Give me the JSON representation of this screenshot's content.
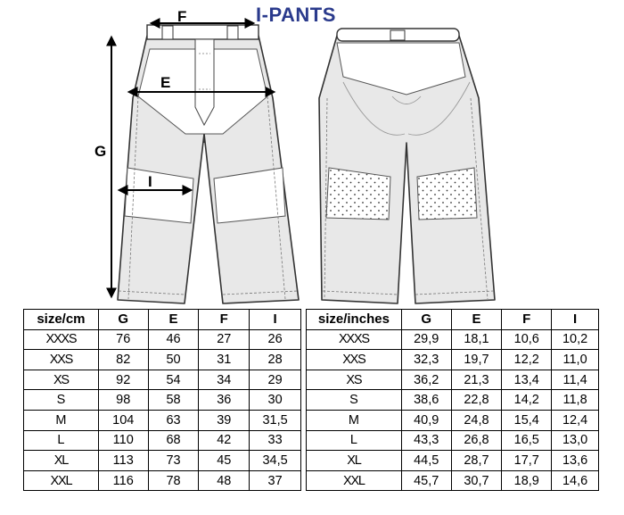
{
  "title": "I-PANTS",
  "labels": {
    "f": "F",
    "e": "E",
    "g": "G",
    "i": "I"
  },
  "colors": {
    "title": "#2a3a8c",
    "garment_fill": "#e8e8e8",
    "outline": "#333333"
  },
  "cm_table": {
    "headers": [
      "size/cm",
      "G",
      "E",
      "F",
      "I"
    ],
    "rows": [
      [
        "XXXS",
        "76",
        "46",
        "27",
        "26"
      ],
      [
        "XXS",
        "82",
        "50",
        "31",
        "28"
      ],
      [
        "XS",
        "92",
        "54",
        "34",
        "29"
      ],
      [
        "S",
        "98",
        "58",
        "36",
        "30"
      ],
      [
        "M",
        "104",
        "63",
        "39",
        "31,5"
      ],
      [
        "L",
        "110",
        "68",
        "42",
        "33"
      ],
      [
        "XL",
        "113",
        "73",
        "45",
        "34,5"
      ],
      [
        "XXL",
        "116",
        "78",
        "48",
        "37"
      ]
    ]
  },
  "inch_table": {
    "headers": [
      "size/inches",
      "G",
      "E",
      "F",
      "I"
    ],
    "rows": [
      [
        "XXXS",
        "29,9",
        "18,1",
        "10,6",
        "10,2"
      ],
      [
        "XXS",
        "32,3",
        "19,7",
        "12,2",
        "11,0"
      ],
      [
        "XS",
        "36,2",
        "21,3",
        "13,4",
        "11,4"
      ],
      [
        "S",
        "38,6",
        "22,8",
        "14,2",
        "11,8"
      ],
      [
        "M",
        "40,9",
        "24,8",
        "15,4",
        "12,4"
      ],
      [
        "L",
        "43,3",
        "26,8",
        "16,5",
        "13,0"
      ],
      [
        "XL",
        "44,5",
        "28,7",
        "17,7",
        "13,6"
      ],
      [
        "XXL",
        "45,7",
        "30,7",
        "18,9",
        "14,6"
      ]
    ]
  }
}
